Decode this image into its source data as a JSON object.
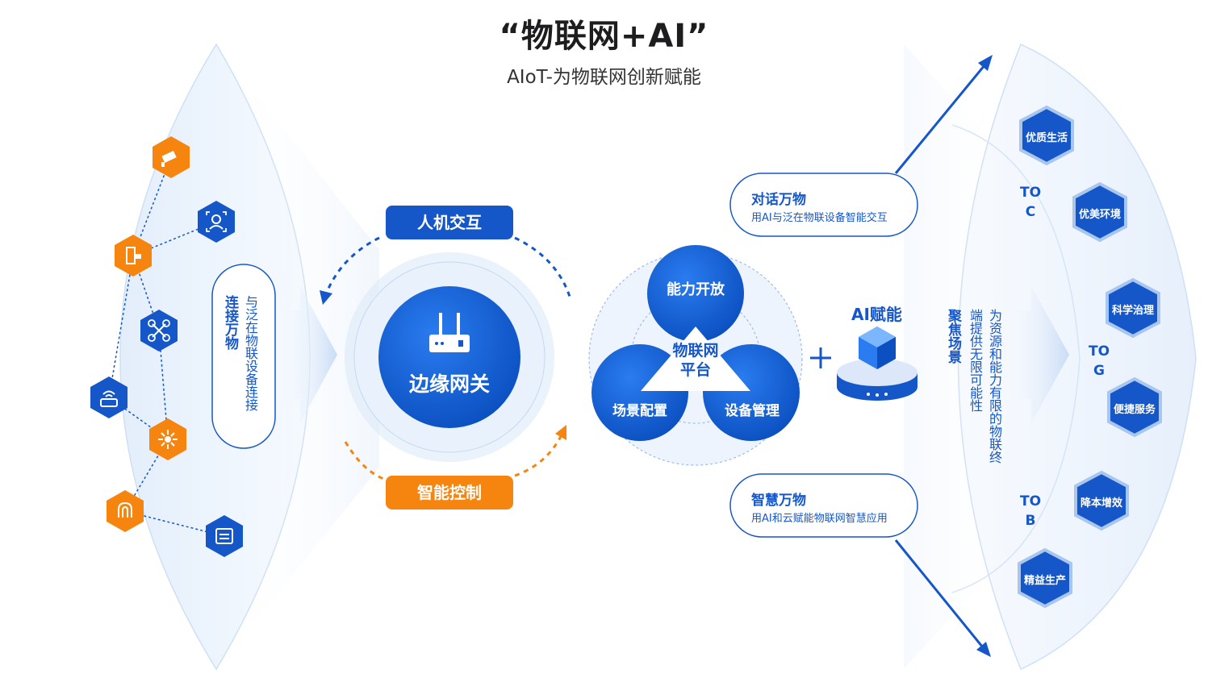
{
  "header": {
    "title": "“物联网+AI”",
    "subtitle": "AIoT-为物联网创新赋能"
  },
  "left_panel": {
    "heading": "连接万物",
    "description": "与泛在物联设备连接",
    "device_icons": [
      "camera-icon",
      "face-recognition-icon",
      "smart-lock-icon",
      "drone-icon",
      "router-icon",
      "sensor-hub-icon",
      "fingerprint-icon",
      "display-panel-icon"
    ]
  },
  "gateway": {
    "label": "边缘网关",
    "top_pill": "人机交互",
    "bottom_pill": "智能控制"
  },
  "platform": {
    "center": "物联网\n平台",
    "nodes": [
      "能力开放",
      "场景配置",
      "设备管理"
    ]
  },
  "ai": {
    "plus": "+",
    "label": "AI赋能"
  },
  "cards": [
    {
      "title": "对话万物",
      "desc": "用AI与泛在物联设备智能交互"
    },
    {
      "title": "智慧万物",
      "desc": "用AI和云赋能物联网智慧应用"
    }
  ],
  "right_panel": {
    "heading": "聚焦场景",
    "description": "为资源和能力有限的物联终端提供无限可能性",
    "segments": [
      {
        "label": "TO\nC",
        "items": [
          "优质生活",
          "优美环境"
        ]
      },
      {
        "label": "TO\nG",
        "items": [
          "科学治理",
          "便捷服务"
        ]
      },
      {
        "label": "TO\nB",
        "items": [
          "降本增效",
          "精益生产"
        ]
      }
    ]
  },
  "colors": {
    "primary_blue": "#1557c8",
    "orange": "#f5850f",
    "light_blue": "#e8f1fc"
  }
}
